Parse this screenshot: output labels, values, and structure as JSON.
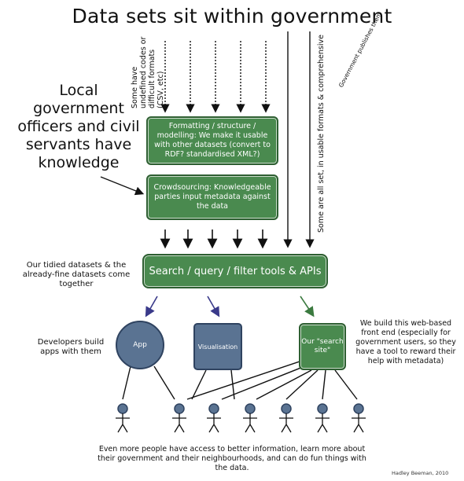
{
  "title": "Data sets sit within government",
  "left_panel": {
    "local_knowledge": "Local government officers and civil servants have knowledge",
    "tidied_note": "Our tidied datasets & the already-fine datasets come together",
    "developers_note": "Developers build apps with them"
  },
  "vertical_notes": {
    "undefined_codes": "Some have undefined codes or difficult formats (CSV, etc)",
    "usable_formats": "Some are all set, in usable formats & comprehensive",
    "publishes": "Government publishes them"
  },
  "boxes": {
    "formatting": "Formatting / structure / modelling: We make it usable with other datasets (convert to RDF? standardised XML?)",
    "crowdsourcing": "Crowdsourcing: Knowledgeable parties input metadata against the data",
    "search_tools": "Search / query / filter tools & APIs",
    "app": "App",
    "visualisation": "Visualisation",
    "search_site": "Our \"search site\""
  },
  "right_note": "We build this web-based front end (especially for government users, so they have a tool to reward their help with metadata)",
  "footer": "Even more people have access to better information, learn more about their government and their neighbourhoods, and can do fun things with the data.",
  "credit": "Hadley Beeman, 2010",
  "colors": {
    "green": "#4a8a4f",
    "green_border": "#2e5f32",
    "blue": "#5a7392",
    "blue_border": "#2f4360",
    "arrow_blue": "#3a3a8a",
    "arrow_green": "#3b7a3f"
  }
}
